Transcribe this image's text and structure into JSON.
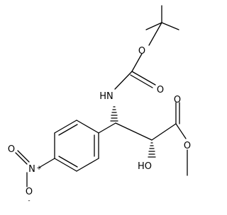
{
  "molecule": {
    "labels": {
      "ester_ring_O": "O",
      "carbamate_carbonyl_O": "O",
      "amine": "HN",
      "ester_carbonyl_O": "O",
      "ester_O": "O",
      "hydroxyl": "HO",
      "nitro_O_top": "O",
      "nitro_N": "N",
      "nitro_plus": "+",
      "nitro_O_bottom": "O",
      "nitro_minus": "-"
    }
  }
}
